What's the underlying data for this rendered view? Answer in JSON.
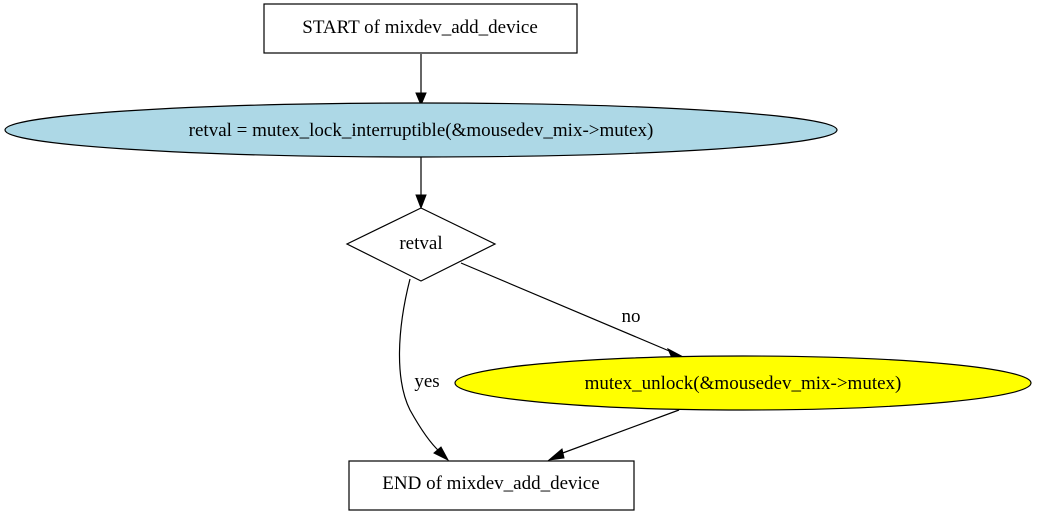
{
  "diagram": {
    "nodes": {
      "start": {
        "label": "START of mixdev_add_device",
        "shape": "box",
        "fill": "#ffffff"
      },
      "lock": {
        "label": "retval = mutex_lock_interruptible(&mousedev_mix->mutex)",
        "shape": "ellipse",
        "fill": "#add8e6"
      },
      "check": {
        "label": "retval",
        "shape": "diamond",
        "fill": "#ffffff"
      },
      "unlock": {
        "label": "mutex_unlock(&mousedev_mix->mutex)",
        "shape": "ellipse",
        "fill": "#ffff00"
      },
      "end": {
        "label": "END of mixdev_add_device",
        "shape": "box",
        "fill": "#ffffff"
      }
    },
    "edges": [
      {
        "from": "start",
        "to": "lock",
        "label": ""
      },
      {
        "from": "lock",
        "to": "check",
        "label": ""
      },
      {
        "from": "check",
        "to": "unlock",
        "label": "no"
      },
      {
        "from": "check",
        "to": "end",
        "label": "yes"
      },
      {
        "from": "unlock",
        "to": "end",
        "label": ""
      }
    ]
  }
}
